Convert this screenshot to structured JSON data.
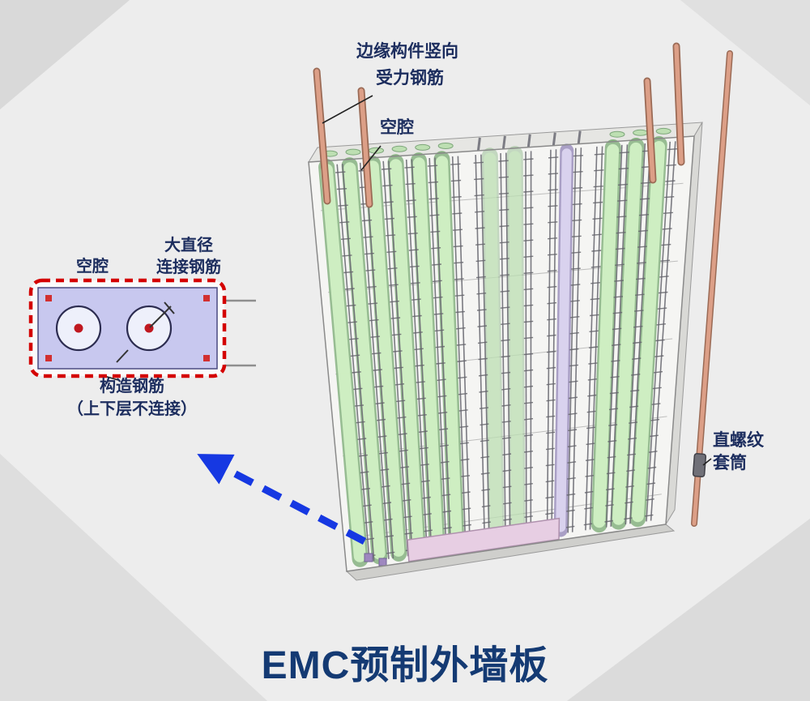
{
  "title": "EMC预制外墙板",
  "main_labels": {
    "edge_rebar_line1": "边缘构件竖向",
    "edge_rebar_line2": "受力钢筋",
    "cavity": "空腔",
    "sleeve_line1": "直螺纹",
    "sleeve_line2": "套筒"
  },
  "inset_labels": {
    "cavity": "空腔",
    "connector_line1": "大直径",
    "connector_line2": "连接钢筋",
    "structural_line1": "构造钢筋",
    "structural_line2": "（上下层不连接）"
  },
  "colors": {
    "label_text": "#1c2d5e",
    "title_text": "#143a73",
    "arrow_blue": "#1638e2",
    "inset_dash_red": "#d40000",
    "cavity_green": "#c9efbb",
    "rod_copper": "#dc9f87",
    "panel_fill": "#f5f5f2",
    "base_strip_pink": "#e4c6df"
  }
}
